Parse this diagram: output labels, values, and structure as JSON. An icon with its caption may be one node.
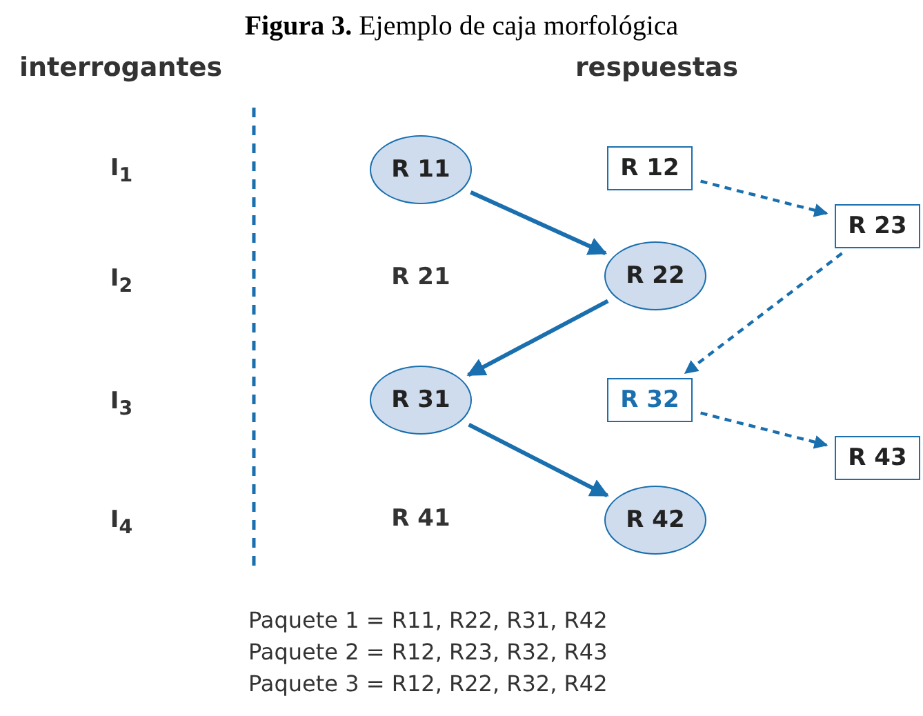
{
  "diagram": {
    "title": "**Figura 3.** Ejemplo de caja morfológica",
    "nodes": [
      {
        "text": [
          "R 11"
        ]
      },
      {
        "text": [
          "R 12"
        ]
      },
      {
        "text": [
          "R 23"
        ]
      },
      {
        "text": [
          "R 22"
        ]
      },
      {
        "text": [
          "R 31"
        ]
      },
      {
        "text": [
          "R 32"
        ]
      },
      {
        "text": [
          "R 43"
        ]
      },
      {
        "text": [
          "R 42"
        ]
      }
    ],
    "edges": [
      {
        "from": 0,
        "to": 3,
        "arrow": "to"
      },
      {
        "from": 3,
        "to": 4,
        "arrow": "to"
      },
      {
        "from": 4,
        "to": 7,
        "arrow": "to"
      },
      {
        "from": 1,
        "to": 2,
        "arrow": "to",
        "style": "dashed"
      },
      {
        "from": 2,
        "to": 5,
        "arrow": "to",
        "style": "dashed"
      },
      {
        "from": 5,
        "to": 6,
        "arrow": "to",
        "style": "dashed"
      }
    ],
    "labels": [
      "interrogantes",
      "respuestas",
      "I$_{1}$",
      "I$_{2}$",
      "I$_{3}$",
      "I$_{4}$",
      "R 21",
      "R 41",
      "Paquete 1 = R11, R22, R31, R42",
      "Paquete 2 = R12, R23, R32, R43",
      "Paquete 3 = R12, R22, R32, R42"
    ]
  }
}
